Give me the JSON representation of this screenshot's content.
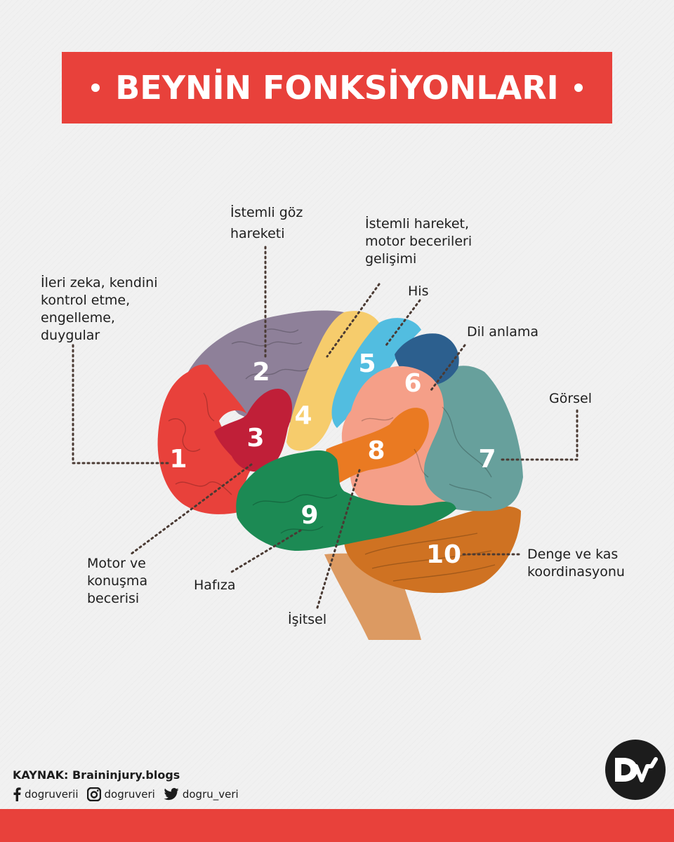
{
  "title": "BEYNİN FONKSİYONLARI",
  "regions": [
    {
      "number": "1",
      "label": "İleri zeka, kendini\nkontrol etme,\nengelleme,\nduygular",
      "color": "#e8413b"
    },
    {
      "number": "2",
      "label": "İstemli göz\nhareketi",
      "color": "#8e8099"
    },
    {
      "number": "3",
      "label": "Motor ve\nkonuşma\nbecerisi",
      "color": "#c01f38"
    },
    {
      "number": "4",
      "label": "İstemli hareket,\nmotor becerileri\ngelişimi",
      "color": "#f6cc6c"
    },
    {
      "number": "5",
      "label": "His",
      "color": "#52bde0"
    },
    {
      "number": "6",
      "label": "Dil anlama",
      "color": "#f59f88"
    },
    {
      "number": "7",
      "label": "Görsel",
      "color": "#67a09c"
    },
    {
      "number": "8",
      "label": "İşitsel",
      "color": "#ea7a22"
    },
    {
      "number": "9",
      "label": "Hafıza",
      "color": "#1c8a54"
    },
    {
      "number": "10",
      "label": "Denge ve kas\nkoordinasyonu",
      "color": "#cf7222"
    }
  ],
  "brainstem_color": "#dc9a62",
  "dark_blue_color": "#2c5f8e",
  "accent_color": "#e8413b",
  "footer": {
    "source": "KAYNAK: Braininjury.blogs",
    "facebook": "dogruverii",
    "instagram": "dogruveri",
    "twitter": "dogru_veri",
    "logo_text": "DV"
  }
}
